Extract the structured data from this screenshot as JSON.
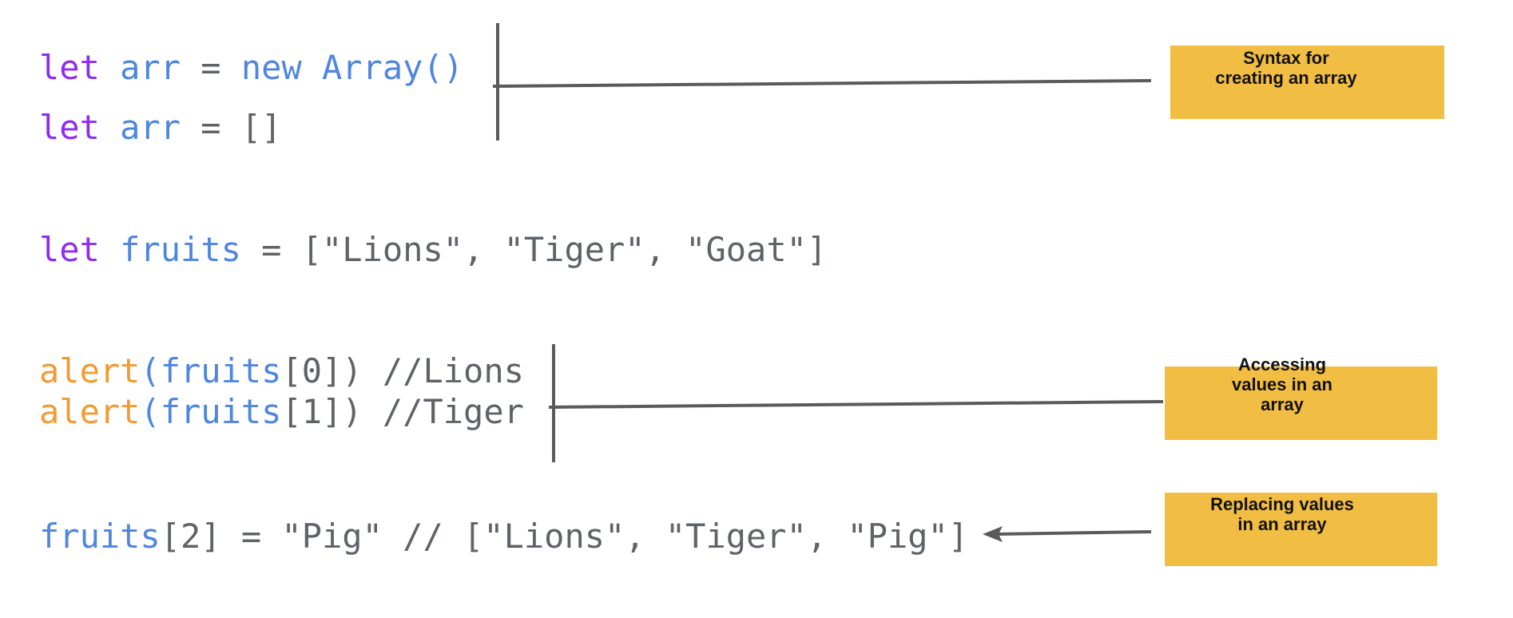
{
  "code_lines": {
    "line1": {
      "kw": "let",
      "id": "arr",
      "op": " = ",
      "id2": "new Array()"
    },
    "line2": {
      "kw": "let",
      "id": "arr",
      "op": " = []"
    },
    "line3": {
      "kw": "let",
      "id": "fruits",
      "op": " = [\"Lions\", \"Tiger\", \"Goat\"]"
    },
    "line4": {
      "fn": "alert",
      "p1": "(",
      "id": "fruits",
      "rest": "[0]) //Lions"
    },
    "line5": {
      "fn": "alert",
      "p1": "(",
      "id": "fruits",
      "rest": "[1]) //Tiger"
    },
    "line6": {
      "id": "fruits",
      "rest": "[2] = \"Pig\" // [\"Lions\", \"Tiger\", \"Pig\"]"
    }
  },
  "annotations": {
    "syntax": [
      "Syntax for",
      "creating an array"
    ],
    "accessing": [
      "Accessing",
      "values in an",
      "array"
    ],
    "replacing": [
      "Replacing values",
      "in an array"
    ]
  },
  "colors": {
    "keyword": "#8f2cf0",
    "identifier": "#4f86e0",
    "function": "#f29b34",
    "text": "#5f6368",
    "note": "#f1bd42",
    "line": "#5a5a5a"
  }
}
